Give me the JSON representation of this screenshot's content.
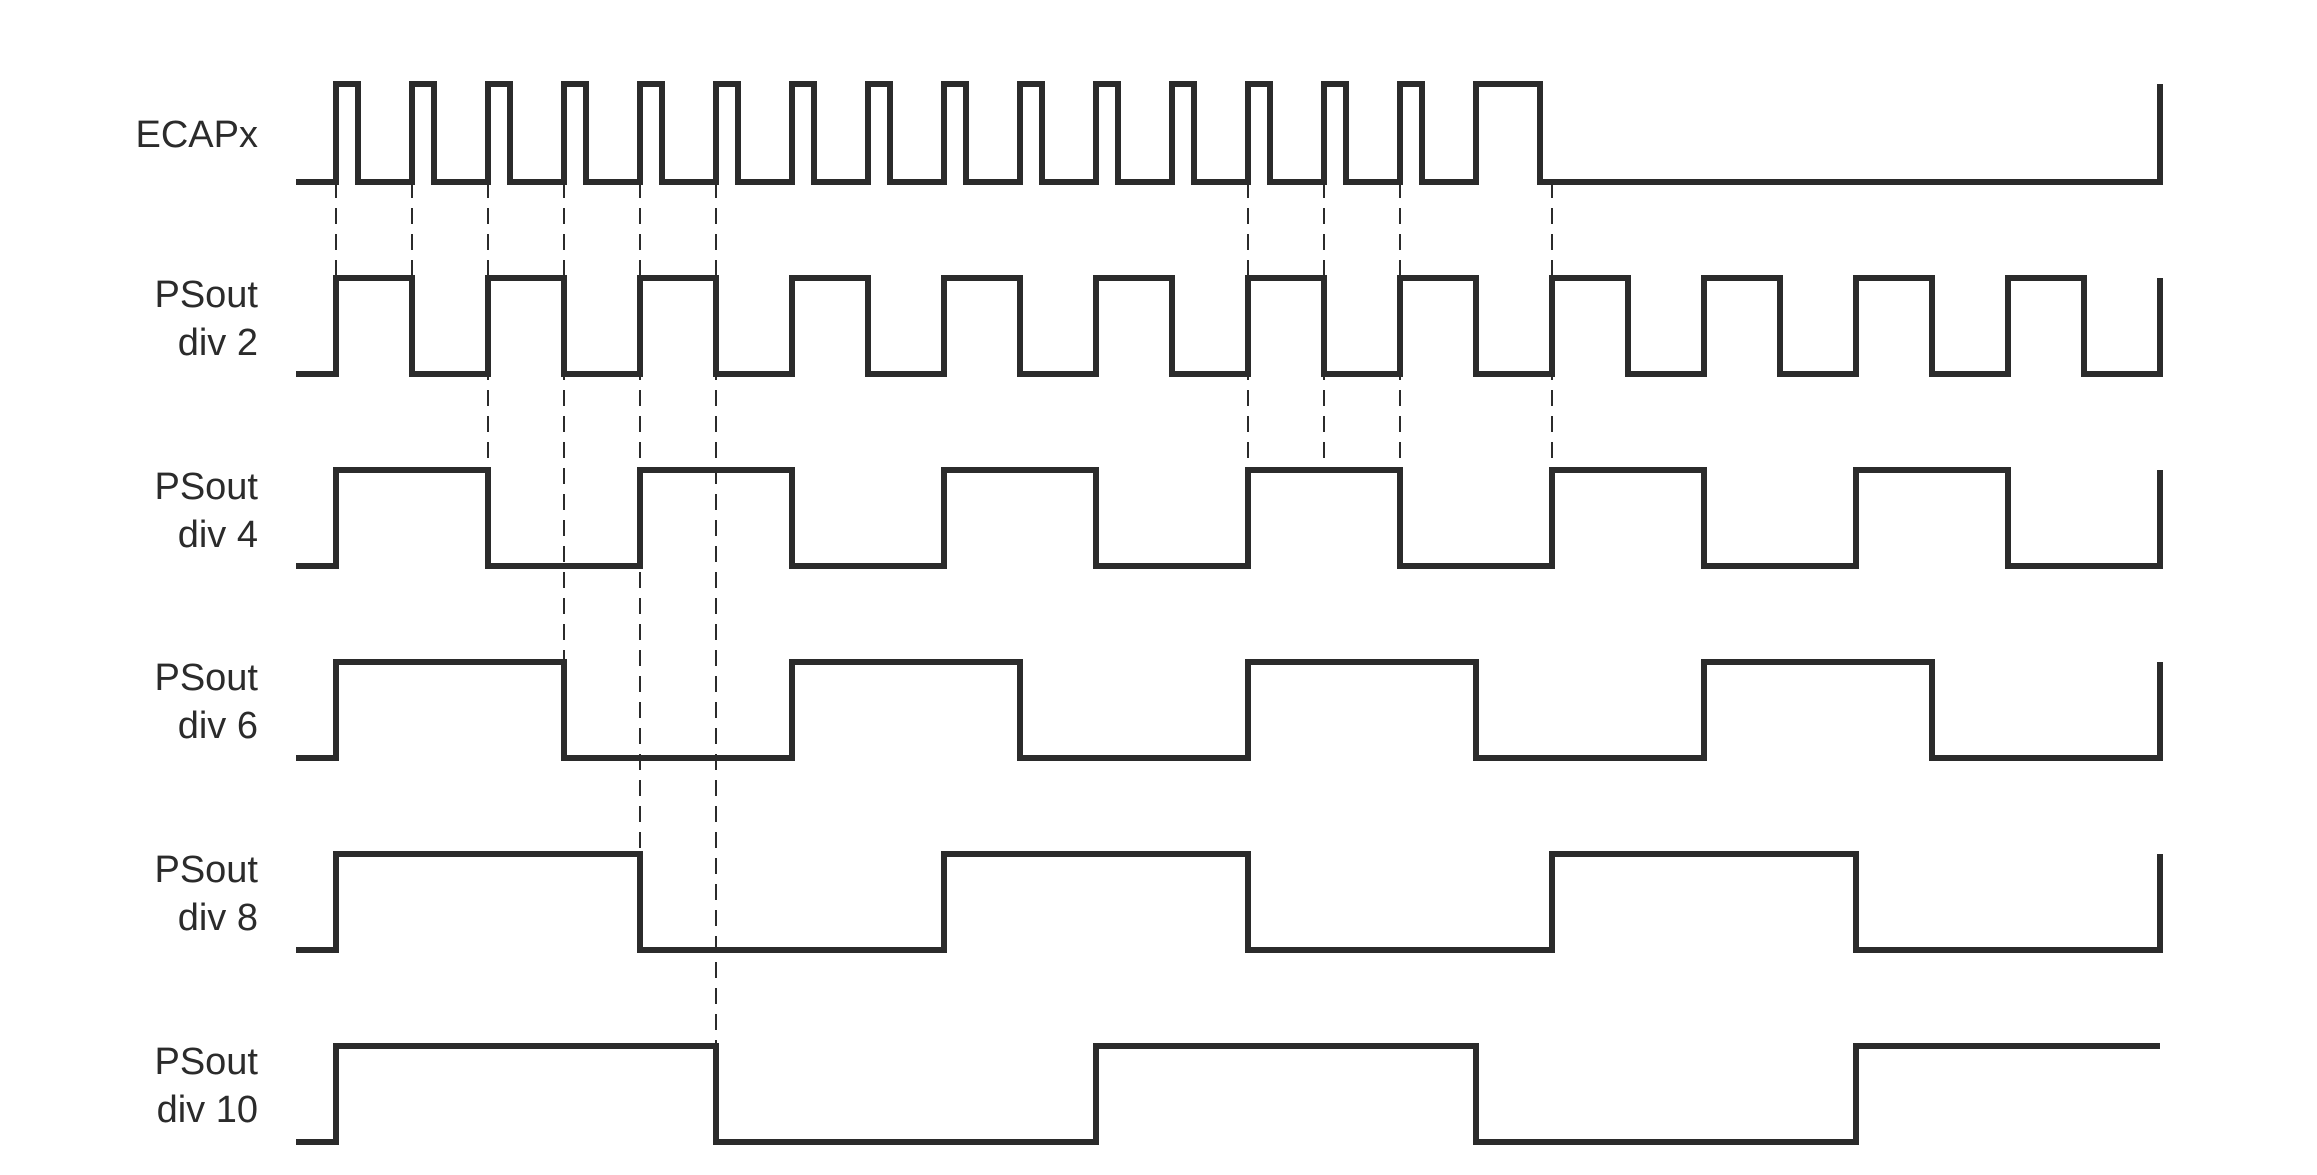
{
  "colors": {
    "trace": "#2b2b2b",
    "background": "#ffffff"
  },
  "signals": [
    {
      "id": "ecap",
      "lines": [
        "ECAPx"
      ]
    },
    {
      "id": "div2",
      "lines": [
        "PSout",
        "div 2"
      ]
    },
    {
      "id": "div4",
      "lines": [
        "PSout",
        "div 4"
      ]
    },
    {
      "id": "div6",
      "lines": [
        "PSout",
        "div 6"
      ]
    },
    {
      "id": "div8",
      "lines": [
        "PSout",
        "div 8"
      ]
    },
    {
      "id": "div10",
      "lines": [
        "PSout",
        "div 10"
      ]
    }
  ]
}
